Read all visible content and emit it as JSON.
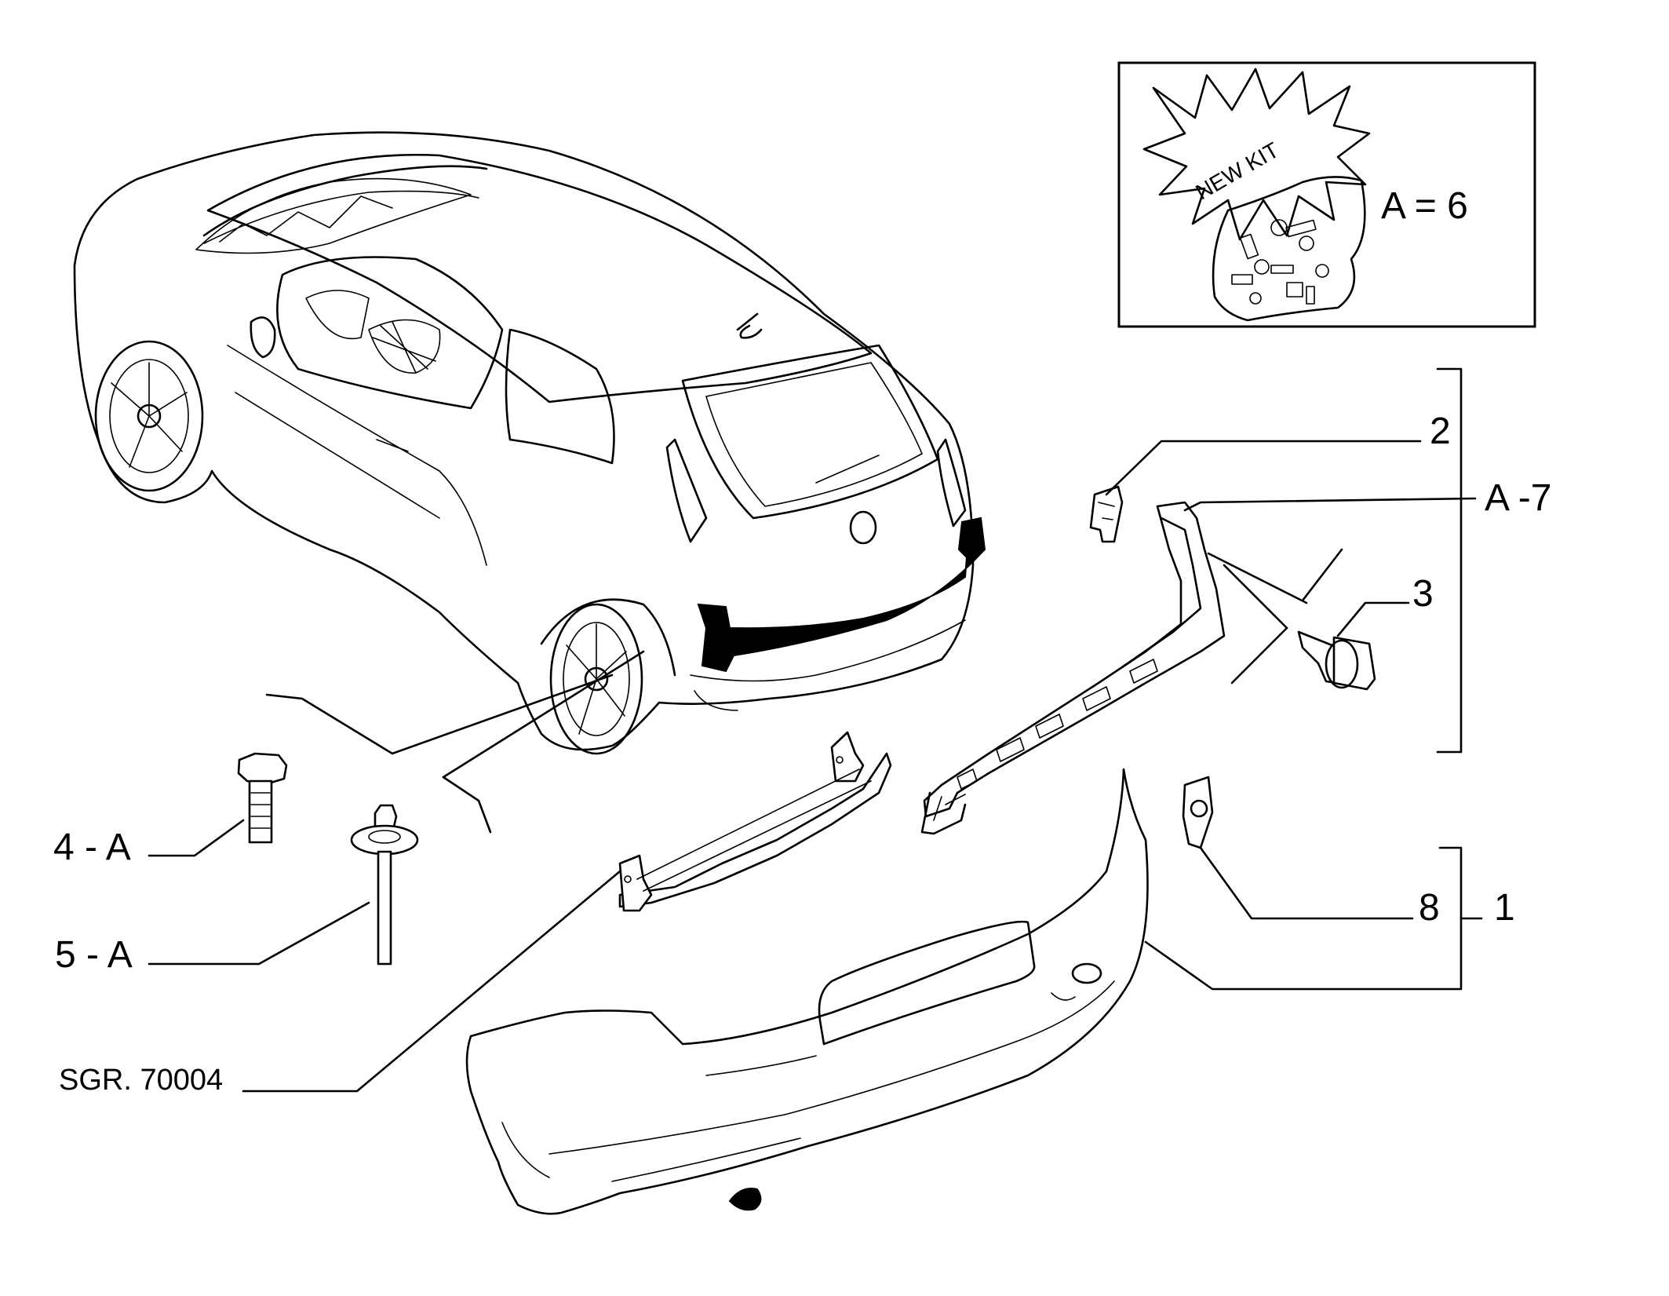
{
  "inset": {
    "burst_text": "NEW KIT",
    "kit_label": "A = 6"
  },
  "callouts": {
    "c2": "2",
    "ca7": "A -7",
    "c3": "3",
    "c4a": "4 - A",
    "c5a": "5 - A",
    "c8": "8",
    "c1": "1",
    "sgr": "SGR. 70004"
  }
}
